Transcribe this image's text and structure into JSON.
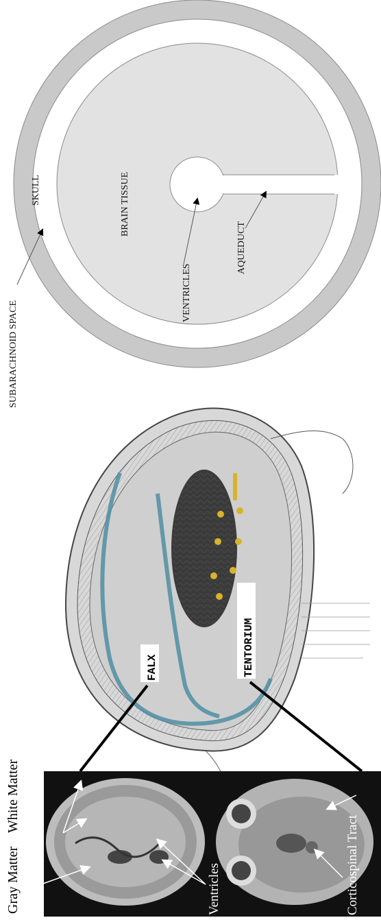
{
  "schematic": {
    "labels": {
      "subarachnoid": "SUBARACHNOID SPACE",
      "skull": "SKULL",
      "brain_tissue": "BRAIN TISSUE",
      "ventricles": "VENTRICLES",
      "aqueduct": "AQUEDUCT"
    }
  },
  "anatomy": {
    "labels": {
      "falx": "FALX",
      "tentorium": "TENTORIUM"
    }
  },
  "mri": {
    "labels": {
      "white_matter": "White Matter",
      "gray_matter": "Gray Matter",
      "ventricles": "Ventricles",
      "corticospinal": "Corticospinal Tract"
    }
  }
}
